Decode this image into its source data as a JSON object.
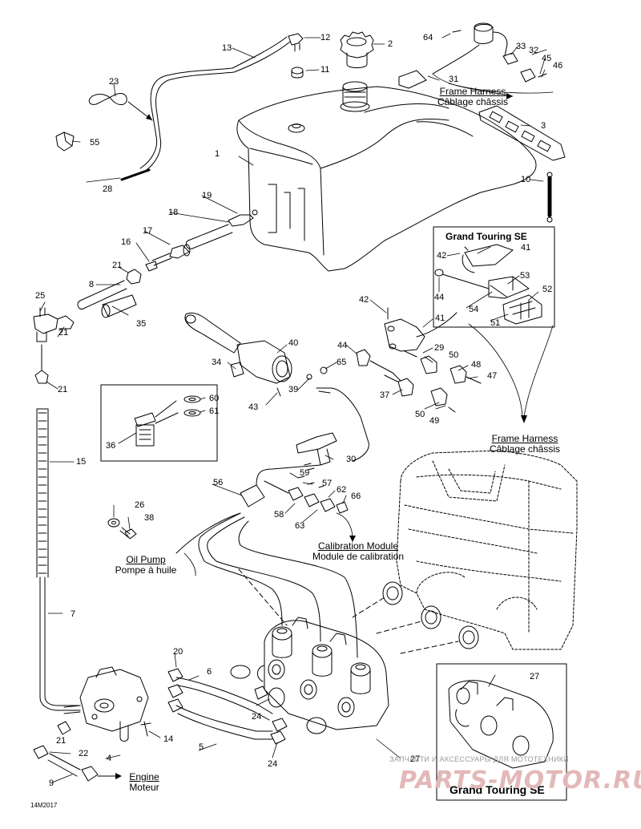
{
  "diagram": {
    "figure_code": "14M2017",
    "callouts": {
      "frame_harness_top": {
        "en": "Frame Harness",
        "fr": "Câblage châssis"
      },
      "frame_harness_mid": {
        "en": "Frame Harness",
        "fr": "Câblage châssis"
      },
      "calibration_module": {
        "en": "Calibration Module",
        "fr": "Module de calibration"
      },
      "oil_pump": {
        "en": "Oil Pump",
        "fr": "Pompe à huile"
      },
      "engine": {
        "en": "Engine",
        "fr": "Moteur"
      }
    },
    "insets": {
      "grand_touring_top": "Grand Touring SE",
      "grand_touring_bottom": "Grand Touring SE"
    },
    "watermark": {
      "caption": "ЗАПЧАСТИ И АКСЕССУАРЫ ДЛЯ МОТОТЕХНИКИ",
      "logo": "PARTS-MOTOR.RU"
    },
    "labels": {
      "p1": "1",
      "p2": "2",
      "p3": "3",
      "p4": "4",
      "p5": "5",
      "p6": "6",
      "p7": "7",
      "p8": "8",
      "p9": "9",
      "p10": "10",
      "p11": "11",
      "p12": "12",
      "p13": "13",
      "p14": "14",
      "p15": "15",
      "p16": "16",
      "p17": "17",
      "p18": "18",
      "p19": "19",
      "p20": "20",
      "p21a": "21",
      "p21b": "21",
      "p21c": "21",
      "p21d": "21",
      "p22": "22",
      "p23": "23",
      "p24a": "24",
      "p24b": "24",
      "p25": "25",
      "p26": "26",
      "p27a": "27",
      "p27b": "27",
      "p28": "28",
      "p29": "29",
      "p30": "30",
      "p31": "31",
      "p32": "32",
      "p33": "33",
      "p34": "34",
      "p35": "35",
      "p36": "36",
      "p37": "37",
      "p38": "38",
      "p39": "39",
      "p40": "40",
      "p41a": "41",
      "p41b": "41",
      "p42a": "42",
      "p42b": "42",
      "p43": "43",
      "p44a": "44",
      "p44b": "44",
      "p45": "45",
      "p46": "46",
      "p47": "47",
      "p48": "48",
      "p49": "49",
      "p50a": "50",
      "p50b": "50",
      "p51": "51",
      "p52": "52",
      "p53": "53",
      "p54": "54",
      "p55": "55",
      "p56": "56",
      "p57": "57",
      "p58": "58",
      "p59": "59",
      "p60": "60",
      "p61": "61",
      "p62": "62",
      "p63": "63",
      "p64": "64",
      "p65": "65",
      "p66": "66"
    }
  }
}
